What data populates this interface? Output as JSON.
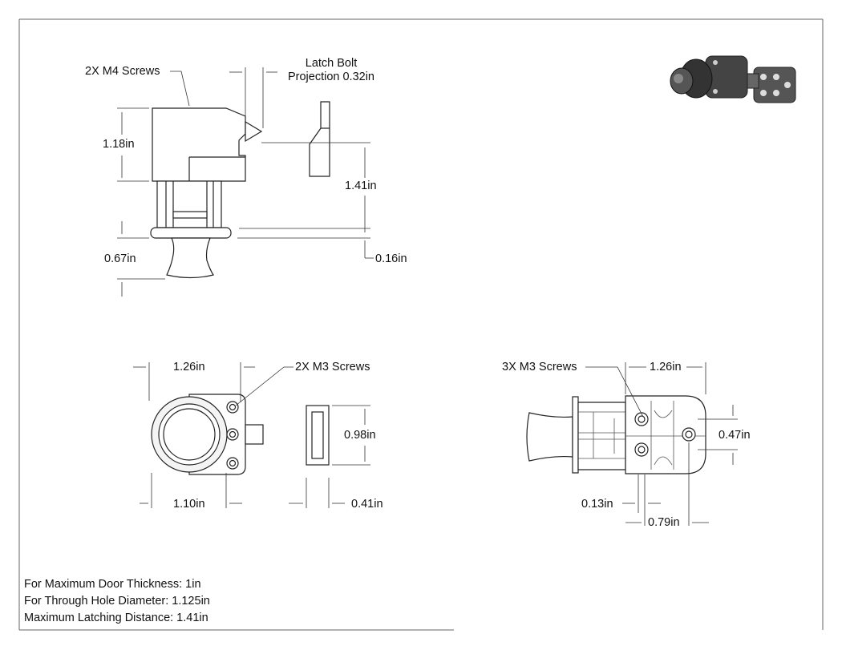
{
  "callouts": {
    "m4_screws": "2X M4 Screws",
    "latch_bolt_l1": "Latch Bolt",
    "latch_bolt_l2": "Projection 0.32in",
    "m3_screws_2x": "2X M3 Screws",
    "m3_screws_3x": "3X M3 Screws"
  },
  "dimensions": {
    "side_height": "1.18in",
    "latch_distance": "1.41in",
    "button_length": "0.67in",
    "flange_thickness": "0.16in",
    "front_width_top": "1.26in",
    "front_width_bottom": "1.10in",
    "strike_height": "0.98in",
    "strike_width": "0.41in",
    "top_width": "1.26in",
    "hole_spacing": "0.47in",
    "hole_offset": "0.13in",
    "hole_pitch": "0.79in"
  },
  "notes": [
    "For Maximum Door Thickness: 1in",
    "For Through Hole Diameter: 1.125in",
    "Maximum Latching Distance: 1.41in"
  ],
  "colors": {
    "line": "#222222",
    "dim": "#333333",
    "part": "#3a3a3a"
  }
}
